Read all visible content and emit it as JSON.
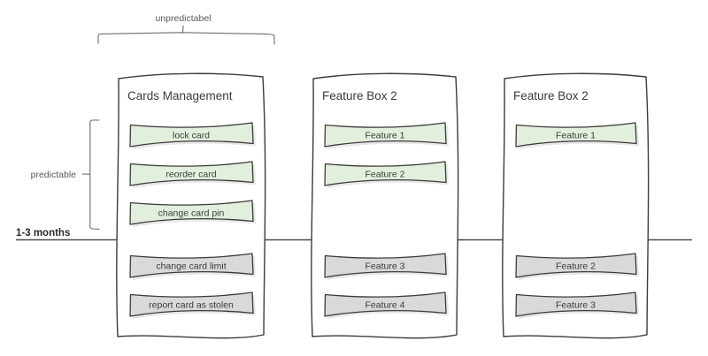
{
  "diagram": {
    "title_top_label": "unpredictabel",
    "side_label": "predictable",
    "timeline_marker": "1-3 months",
    "colors": {
      "near_term_chip": "#e3efdd",
      "later_chip": "#d9d9d9",
      "stroke": "#3b3b3b",
      "bracket": "#6d6d6d",
      "divider": "#4a4a4a",
      "background": "#ffffff"
    },
    "columns": [
      {
        "title": "Cards Management",
        "above_line": [
          {
            "label": "lock card",
            "state": "near-term"
          },
          {
            "label": "reorder card",
            "state": "near-term"
          },
          {
            "label": "change card pin",
            "state": "near-term"
          }
        ],
        "below_line": [
          {
            "label": "change card limit",
            "state": "later"
          },
          {
            "label": "report card as stolen",
            "state": "later"
          }
        ]
      },
      {
        "title": "Feature Box 2",
        "above_line": [
          {
            "label": "Feature 1",
            "state": "near-term"
          },
          {
            "label": "Feature 2",
            "state": "near-term"
          }
        ],
        "below_line": [
          {
            "label": "Feature 3",
            "state": "later"
          },
          {
            "label": "Feature 4",
            "state": "later"
          }
        ]
      },
      {
        "title": "Feature Box 2",
        "above_line": [
          {
            "label": "Feature 1",
            "state": "near-term"
          }
        ],
        "below_line": [
          {
            "label": "Feature 2",
            "state": "later"
          },
          {
            "label": "Feature 3",
            "state": "later"
          }
        ]
      }
    ]
  }
}
